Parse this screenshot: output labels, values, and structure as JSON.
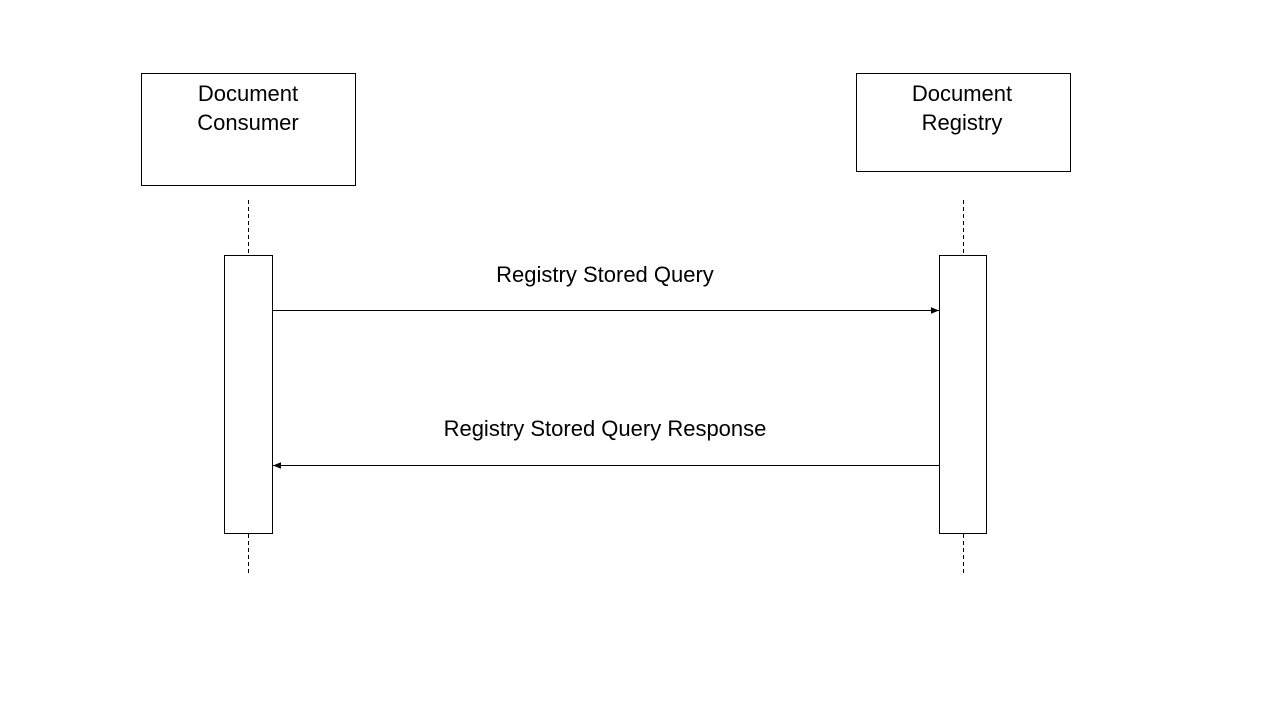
{
  "participants": [
    {
      "id": "consumer",
      "line1": "Document",
      "line2": "Consumer"
    },
    {
      "id": "registry",
      "line1": "Document",
      "line2": "Registry"
    }
  ],
  "messages": [
    {
      "from": "consumer",
      "to": "registry",
      "label": "Registry Stored Query"
    },
    {
      "from": "registry",
      "to": "consumer",
      "label": "Registry Stored Query Response"
    }
  ]
}
